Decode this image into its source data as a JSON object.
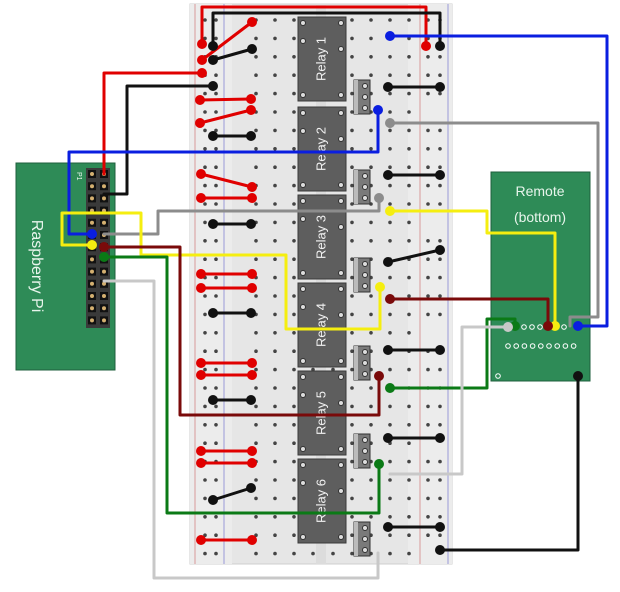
{
  "diagram": {
    "title": "Raspberry Pi relay board wiring to remote",
    "components": {
      "raspberry_pi": {
        "label": "Raspberry Pi",
        "header_label": "P1",
        "color": "#2e8b57"
      },
      "remote": {
        "label_line1": "Remote",
        "label_line2": "(bottom)",
        "color": "#2e8b57"
      },
      "breadboard": {
        "color": "#e4e4e4"
      },
      "relays": [
        {
          "label": "Relay 1"
        },
        {
          "label": "Relay 2"
        },
        {
          "label": "Relay 3"
        },
        {
          "label": "Relay 4"
        },
        {
          "label": "Relay 5"
        },
        {
          "label": "Relay 6"
        }
      ]
    },
    "wire_colors": {
      "power": "#e00000",
      "ground": "#111111",
      "blue": "#0a1ee0",
      "gray": "#8c8c8c",
      "yellow": "#f5ee10",
      "darkred": "#7a0a0a",
      "green": "#0b7a16",
      "lightgray": "#c8c8c8"
    },
    "connections": [
      {
        "from": "Raspberry Pi P1 pin 2",
        "to": "Breadboard left power rail",
        "color": "power"
      },
      {
        "from": "Raspberry Pi P1 pin 6",
        "to": "Breadboard left ground rail",
        "color": "ground"
      },
      {
        "from": "Raspberry Pi P1 pin 13",
        "to": "Relay 2 control",
        "color": "blue"
      },
      {
        "from": "Raspberry Pi P1 pin 14",
        "to": "Relay 3 control",
        "color": "gray"
      },
      {
        "from": "Raspberry Pi P1 pin 15",
        "to": "Relay 4 control",
        "color": "yellow"
      },
      {
        "from": "Raspberry Pi P1 pin 16",
        "to": "Relay 5 control",
        "color": "darkred"
      },
      {
        "from": "Raspberry Pi P1 pin 18",
        "to": "Relay 6 control",
        "color": "green"
      },
      {
        "from": "Raspberry Pi P1 pin 22",
        "to": "Relay 6 output",
        "color": "lightgray"
      },
      {
        "from": "Relay 1 output",
        "to": "Remote",
        "color": "blue"
      },
      {
        "from": "Relay 2 output",
        "to": "Remote",
        "color": "gray"
      },
      {
        "from": "Relay 3 output",
        "to": "Remote",
        "color": "yellow"
      },
      {
        "from": "Relay 4 output",
        "to": "Remote",
        "color": "darkred"
      },
      {
        "from": "Relay 5 output",
        "to": "Remote",
        "color": "green"
      },
      {
        "from": "Relay 6 output",
        "to": "Remote",
        "color": "lightgray"
      },
      {
        "from": "Breadboard right ground rail",
        "to": "Remote ground",
        "color": "ground"
      }
    ]
  }
}
